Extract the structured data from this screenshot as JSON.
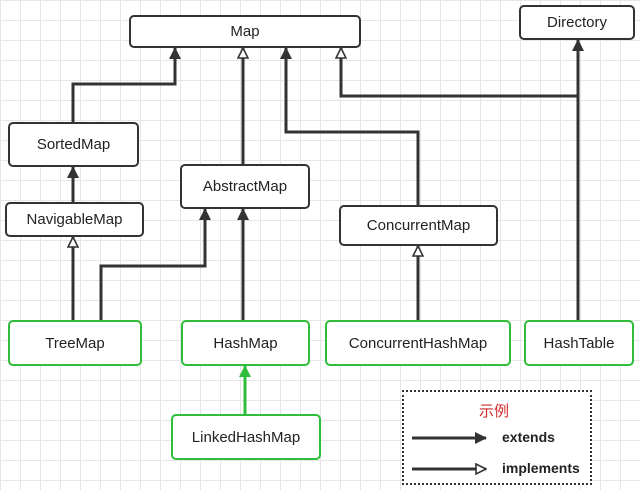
{
  "nodes": {
    "map": "Map",
    "directory": "Directory",
    "sorted_map": "SortedMap",
    "navigable_map": "NavigableMap",
    "abstract_map": "AbstractMap",
    "concurrent_map": "ConcurrentMap",
    "tree_map": "TreeMap",
    "hash_map": "HashMap",
    "concurrent_hash_map": "ConcurrentHashMap",
    "hash_table": "HashTable",
    "linked_hash_map": "LinkedHashMap"
  },
  "edges": [
    {
      "from": "sorted_map",
      "to": "map",
      "type": "extends"
    },
    {
      "from": "abstract_map",
      "to": "map",
      "type": "implements"
    },
    {
      "from": "concurrent_map",
      "to": "map",
      "type": "extends"
    },
    {
      "from": "hash_table",
      "to": "map",
      "type": "implements"
    },
    {
      "from": "hash_table",
      "to": "directory",
      "type": "extends"
    },
    {
      "from": "navigable_map",
      "to": "sorted_map",
      "type": "extends"
    },
    {
      "from": "tree_map",
      "to": "navigable_map",
      "type": "implements"
    },
    {
      "from": "tree_map",
      "to": "abstract_map",
      "type": "extends"
    },
    {
      "from": "hash_map",
      "to": "abstract_map",
      "type": "extends"
    },
    {
      "from": "concurrent_hash_map",
      "to": "concurrent_map",
      "type": "implements"
    },
    {
      "from": "linked_hash_map",
      "to": "hash_map",
      "type": "extends"
    }
  ],
  "legend": {
    "title": "示例",
    "extends_label": "extends",
    "implements_label": "implements"
  },
  "colors": {
    "interface_border": "#333333",
    "class_border": "#2fbd3c",
    "legend_title": "#d42a2a"
  }
}
